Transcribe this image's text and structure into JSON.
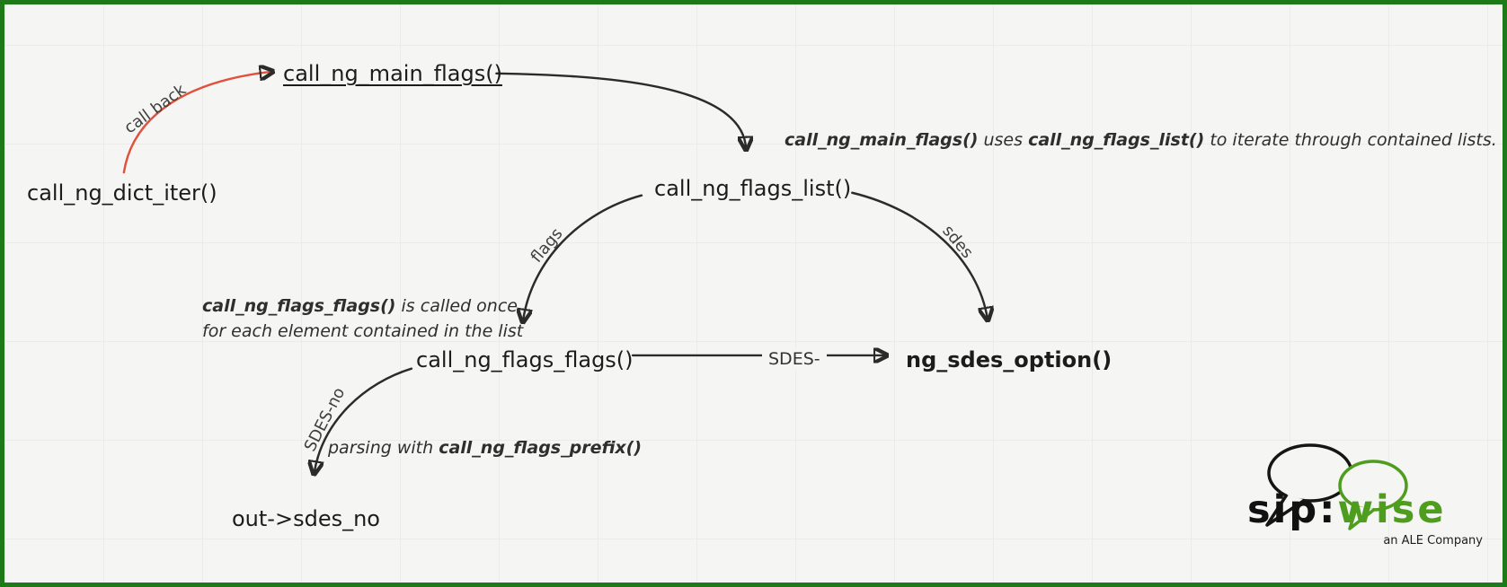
{
  "nodes": {
    "dict_iter": "call_ng_dict_iter()",
    "main_flags": "call_ng_main_flags()",
    "flags_list": "call_ng_flags_list()",
    "flags_flags": "call_ng_flags_flags()",
    "sdes_option": "ng_sdes_option()",
    "out_sdes_no": "out->sdes_no"
  },
  "edge_labels": {
    "call_back": "call back",
    "flags": "flags",
    "sdes": "sdes",
    "sdes_dash": "SDES-",
    "sdes_no": "SDES-no"
  },
  "annotations": {
    "main_flags": {
      "b1": "call_ng_main_flags()",
      "t1": " uses ",
      "b2": "call_ng_flags_list()",
      "t2": " to iterate through contained lists."
    },
    "flags_flags": {
      "b1": "call_ng_flags_flags()",
      "t1": " is called once",
      "line2": "for each element contained in the list"
    },
    "prefix": {
      "t1": "parsing with ",
      "b1": "call_ng_flags_prefix()"
    }
  },
  "logo": {
    "sip": "sip:",
    "wise": "wise",
    "tagline": "an ALE Company"
  },
  "colors": {
    "border_green": "#1e7a18",
    "arrow_black": "#2b2b2b",
    "arrow_red": "#e0523c",
    "logo_green": "#4f9d1e",
    "background": "#f5f5f4"
  }
}
